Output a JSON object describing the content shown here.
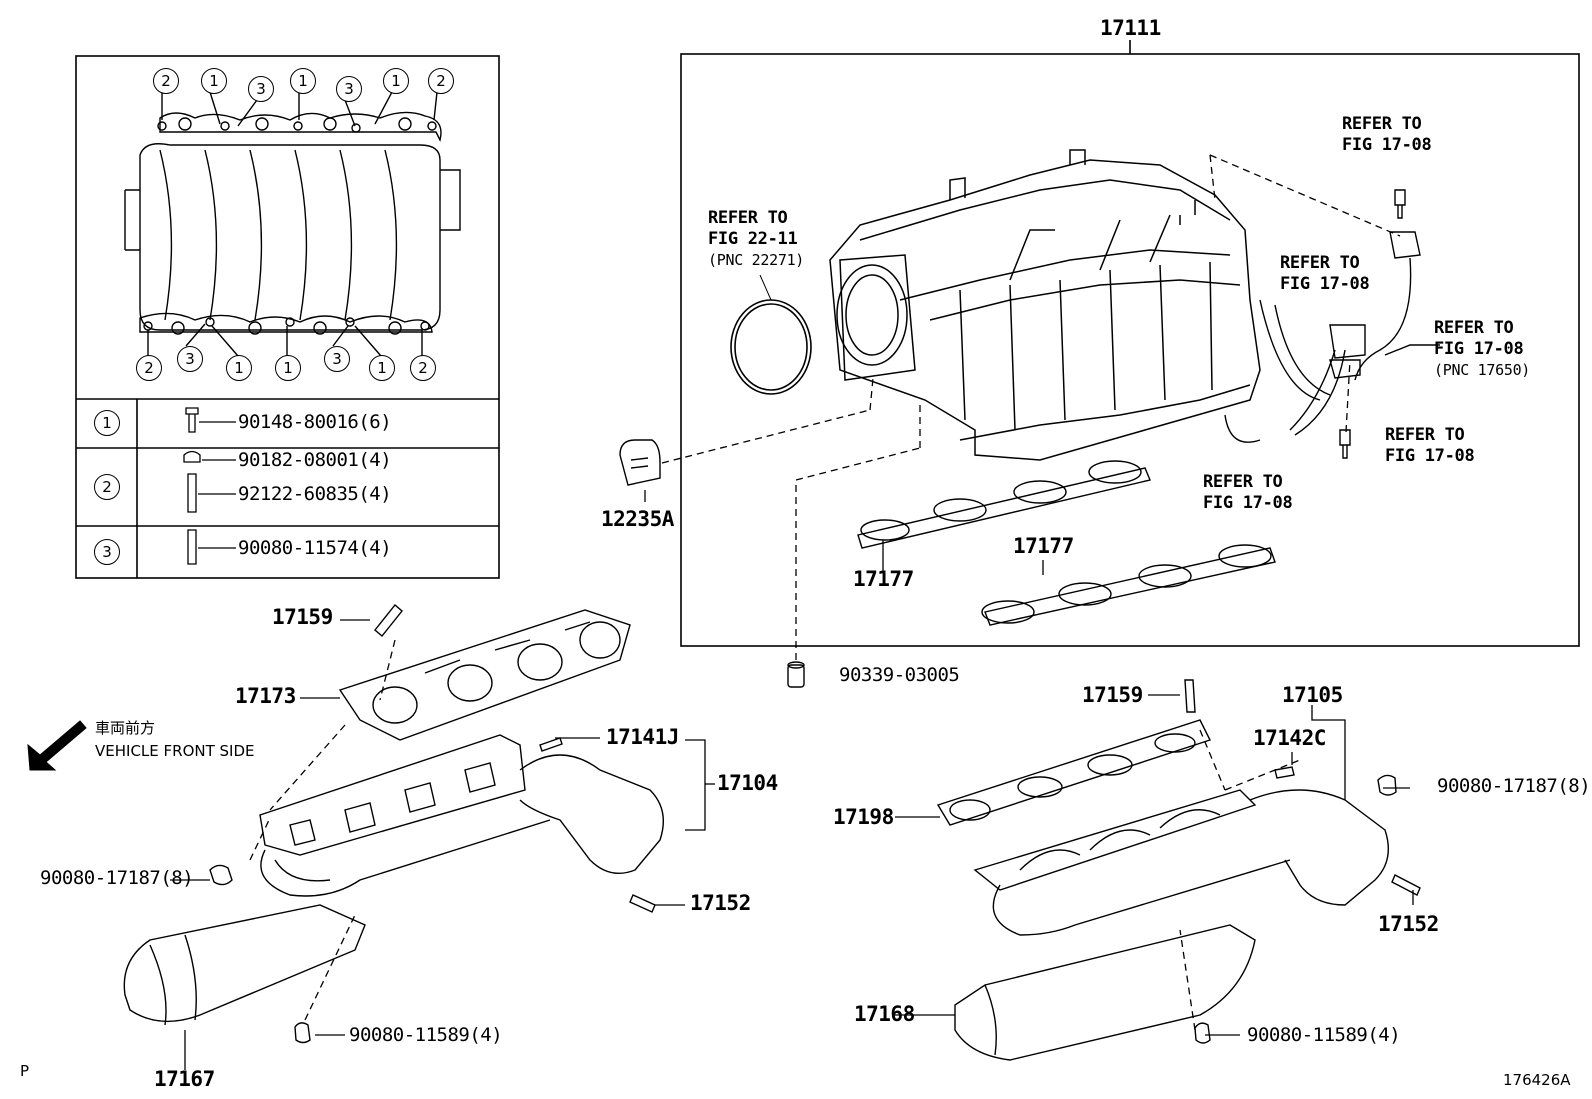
{
  "figure": {
    "main_assembly_no": "17111",
    "figure_id": "176426A",
    "page_marker": "P"
  },
  "legend": {
    "rows": [
      {
        "key": "1",
        "parts": [
          "90148-80016(6)"
        ]
      },
      {
        "key": "2",
        "parts": [
          "90182-08001(4)",
          "92122-60835(4)"
        ]
      },
      {
        "key": "3",
        "parts": [
          "90080-11574(4)"
        ]
      }
    ],
    "top_markers": [
      "2",
      "1",
      "3",
      "1",
      "3",
      "1",
      "2"
    ],
    "bottom_markers": [
      "2",
      "3",
      "1",
      "1",
      "3",
      "1",
      "2"
    ]
  },
  "references": {
    "ref_22_11": {
      "line1": "REFER TO",
      "line2": "FIG 22-11",
      "line3": "(PNC 22271)"
    },
    "ref_top_right": {
      "line1": "REFER TO",
      "line2": "FIG 17-08"
    },
    "ref_mid": {
      "line1": "REFER TO",
      "line2": "FIG 17-08"
    },
    "ref_pnc17650": {
      "line1": "REFER TO",
      "line2": "FIG 17-08",
      "line3": "(PNC 17650)"
    },
    "ref_lower_right": {
      "line1": "REFER TO",
      "line2": "FIG 17-08"
    },
    "ref_bottom": {
      "line1": "REFER TO",
      "line2": "FIG 17-08"
    }
  },
  "parts": {
    "p12235A": "12235A",
    "p17177a": "17177",
    "p17177b": "17177",
    "p90339": "90339-03005",
    "p17159l": "17159",
    "p17173": "17173",
    "p17141J": "17141J",
    "p17104": "17104",
    "p90080_17187_l": "90080-17187(8)",
    "p17152l": "17152",
    "p90080_11589_l": "90080-11589(4)",
    "p17167": "17167",
    "p17159r": "17159",
    "p17105": "17105",
    "p17142C": "17142C",
    "p90080_17187_r": "90080-17187(8)",
    "p17198": "17198",
    "p17152r": "17152",
    "p17168": "17168",
    "p90080_11589_r": "90080-11589(4)"
  },
  "direction": {
    "japanese": "車両前方",
    "english": "VEHICLE FRONT SIDE"
  }
}
